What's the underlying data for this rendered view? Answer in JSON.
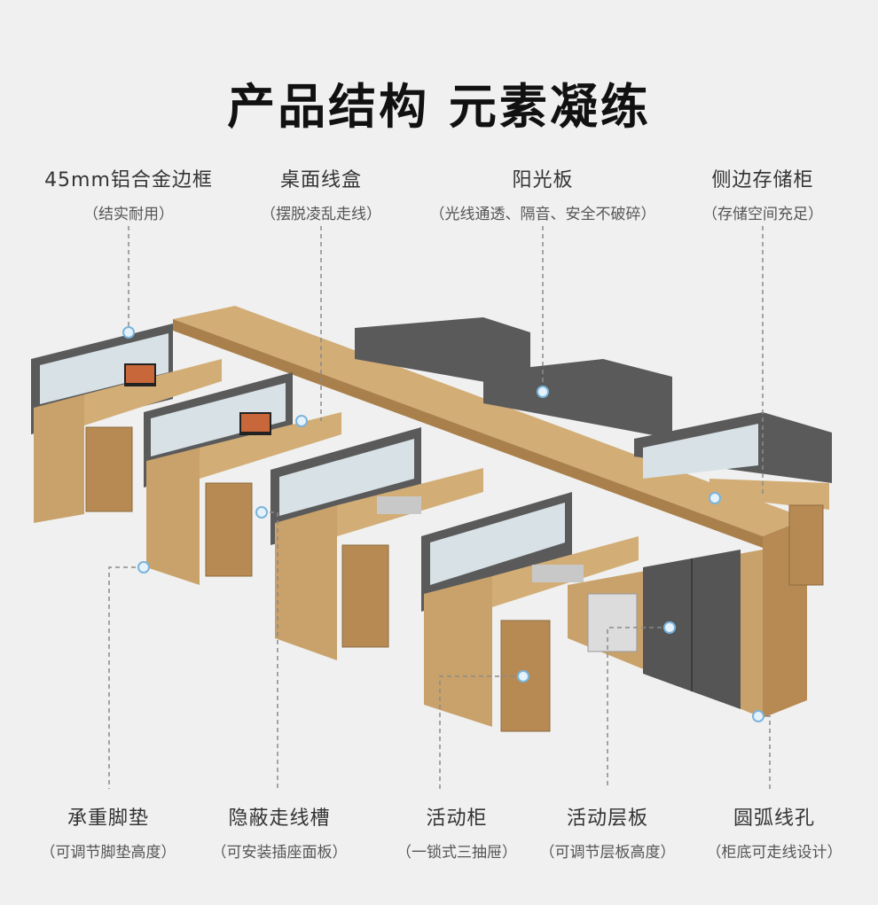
{
  "title": "产品结构 元素凝练",
  "top_labels": [
    {
      "main": "45mm铝合金边框",
      "sub": "（结实耐用）"
    },
    {
      "main": "桌面线盒",
      "sub": "（摆脱凌乱走线）"
    },
    {
      "main": "阳光板",
      "sub": "（光线通透、隔音、安全不破碎）"
    },
    {
      "main": "侧边存储柜",
      "sub": "（存储空间充足）"
    }
  ],
  "bottom_labels": [
    {
      "main": "承重脚垫",
      "sub": "（可调节脚垫高度）"
    },
    {
      "main": "隐蔽走线槽",
      "sub": "（可安装插座面板）"
    },
    {
      "main": "活动柜",
      "sub": "（一锁式三抽屉）"
    },
    {
      "main": "活动层板",
      "sub": "（可调节层板高度）"
    },
    {
      "main": "圆弧线孔",
      "sub": "（柜底可走线设计）"
    }
  ],
  "colors": {
    "wood": "#c9a26b",
    "wood_dark": "#b68a52",
    "frame": "#505050",
    "glass": "#d9e3e8",
    "background": "#f0f0f0"
  }
}
